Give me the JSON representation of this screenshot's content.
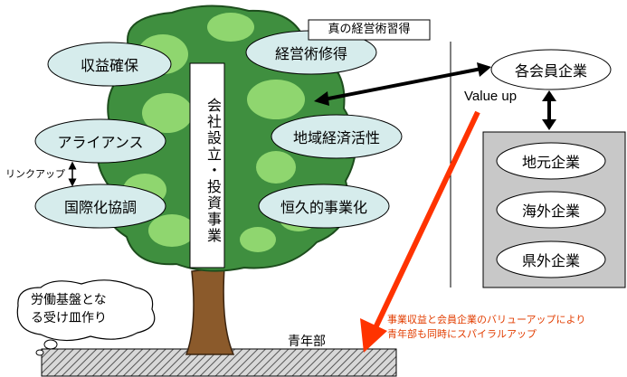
{
  "header_box": "真の経営術習得",
  "tree": {
    "trunk_text": "会社設立・投資事業",
    "ovals": {
      "revenue": "収益確保",
      "management": "経営術修得",
      "alliance": "アライアンス",
      "regional": "地域経済活性",
      "international": "国際化協調",
      "permanent": "恒久的事業化"
    },
    "link_up": "リンクアップ",
    "thought_bubble": "労働基盤とな\nる受け皿作り",
    "ground_label": "青年部"
  },
  "right": {
    "member_companies": "各会員企業",
    "value_up": "Value up",
    "box_items": [
      "地元企業",
      "海外企業",
      "県外企業"
    ]
  },
  "spiral_note": "事業収益と会員企業のバリューアップにより\n青年部も同時にスパイラルアップ",
  "colors": {
    "oval_fill": "#d6ecec",
    "foliage_dark": "#3f8f3f",
    "foliage_light": "#8fd66f",
    "trunk": "#8b5a2b",
    "box_gray": "#c8c8c8",
    "arrow_red": "#ff3300",
    "note_red": "#e23d00"
  }
}
